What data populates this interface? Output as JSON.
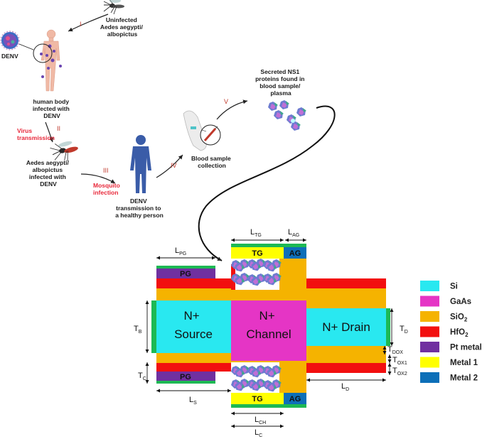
{
  "cycle": {
    "uninfected_mosquito": [
      "Uninfected",
      "Aedes  aegypti/",
      "albopictus"
    ],
    "denv": "DENV",
    "infected_body": [
      "human body",
      "infected with",
      "DENV"
    ],
    "virus_transmission": [
      "Virus",
      "transmission"
    ],
    "infected_mosquito": [
      "Aedes aegypti/",
      "albopictus",
      "infected with",
      "DENV"
    ],
    "mosquito_infection": [
      "Mosquito",
      "infection"
    ],
    "healthy_person": [
      "DENV",
      "transmission to",
      "a healthy person"
    ],
    "blood_sample": [
      "Blood sample",
      "collection"
    ],
    "ns1": [
      "Secreted NS1",
      "proteins found in",
      "blood sample/",
      "plasma"
    ],
    "steps": [
      "I",
      "II",
      "III",
      "IV",
      "V"
    ]
  },
  "device": {
    "source": [
      "N+",
      "Source"
    ],
    "channel": [
      "N+",
      "Channel"
    ],
    "drain": "N+ Drain",
    "pg": "PG",
    "tg": "TG",
    "ag": "AG",
    "dims": {
      "LTG": [
        "L",
        "TG"
      ],
      "LAG": [
        "L",
        "AG"
      ],
      "LPG": [
        "L",
        "PG"
      ],
      "TB": [
        "T",
        "B"
      ],
      "TC": [
        "T",
        "C"
      ],
      "TD": [
        "T",
        "D"
      ],
      "TDOX": [
        "T",
        "DOX"
      ],
      "TOX1": [
        "T",
        "OX1"
      ],
      "TOX2": [
        "T",
        "OX2"
      ],
      "LS": [
        "L",
        "S"
      ],
      "LD": [
        "L",
        "D"
      ],
      "LCH": [
        "L",
        "CH"
      ],
      "LC": [
        "L",
        "C"
      ]
    }
  },
  "legend": [
    {
      "label": "Si",
      "sub": "",
      "color": "#29e8f0"
    },
    {
      "label": "GaAs",
      "sub": "",
      "color": "#e535c5"
    },
    {
      "label": "SiO",
      "sub": "2",
      "color": "#f5b300"
    },
    {
      "label": "HfO",
      "sub": "2",
      "color": "#f20f0f"
    },
    {
      "label": "Pt metal",
      "sub": "",
      "color": "#7030a0"
    },
    {
      "label": "Metal 1",
      "sub": "",
      "color": "#ffff00"
    },
    {
      "label": "Metal 2",
      "sub": "",
      "color": "#0d6fb8"
    }
  ],
  "colors": {
    "si": "#29e8f0",
    "gaas": "#e535c5",
    "sio2": "#f5b300",
    "hfo2": "#f20f0f",
    "pt": "#7030a0",
    "metal1": "#ffff00",
    "metal2": "#0d6fb8",
    "contact": "#1db954"
  }
}
